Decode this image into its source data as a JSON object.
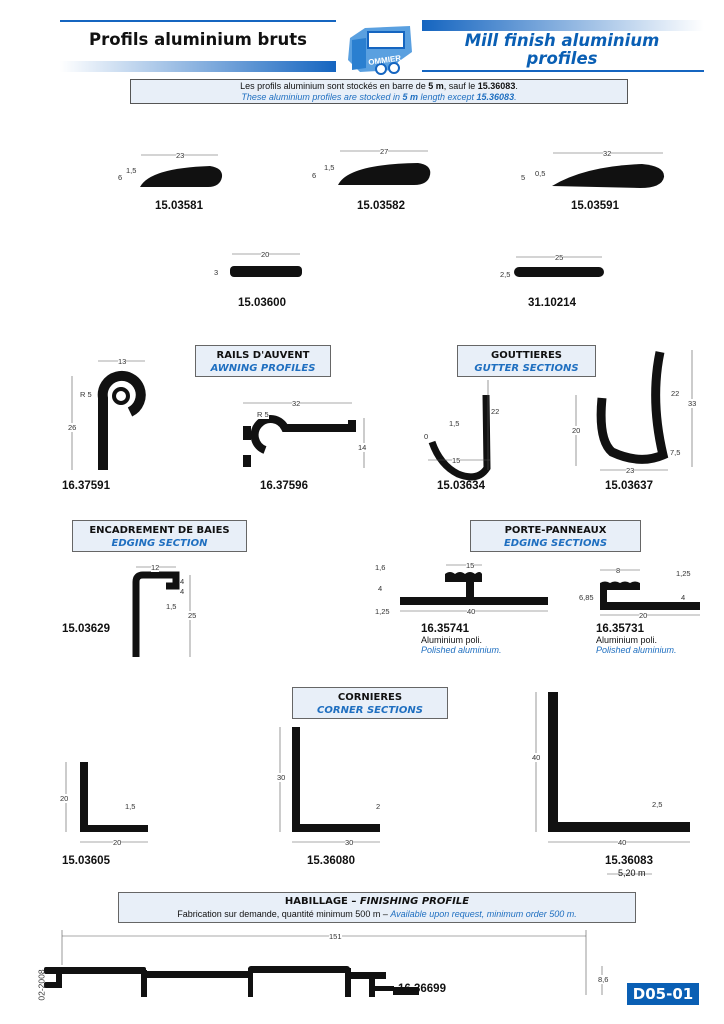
{
  "header": {
    "title_fr": "Profils aluminium bruts",
    "title_en_1": "Mill finish aluminium",
    "title_en_2": "profiles",
    "logo_text": "POMMIER"
  },
  "info": {
    "fr_pre": "Les profils aluminium sont stockés en barre de ",
    "fr_len": "5 m",
    "fr_mid": ", sauf le ",
    "fr_code": "15.36083",
    "fr_end": ".",
    "en_pre": "These aluminium profiles are stocked in ",
    "en_len": "5 m",
    "en_mid": " length except ",
    "en_code": "15.36083",
    "en_end": "."
  },
  "sections": {
    "rails": {
      "fr": "RAILS D'AUVENT",
      "en": "AWNING PROFILES"
    },
    "gutter": {
      "fr": "GOUTTIERES",
      "en": "GUTTER SECTIONS"
    },
    "edging": {
      "fr": "ENCADREMENT DE BAIES",
      "en": "EDGING SECTION"
    },
    "panel": {
      "fr": "PORTE-PANNEAUX",
      "en": "EDGING SECTIONS"
    },
    "corner": {
      "fr": "CORNIERES",
      "en": "CORNER SECTIONS"
    },
    "finishing": {
      "fr": "HABILLAGE – ",
      "en": "FINISHING PROFILE",
      "note_fr": "Fabrication sur demande, quantité minimum 500 m – ",
      "note_en": "Available upon request, minimum order 500 m."
    }
  },
  "products": {
    "p15_03581": {
      "code": "15.03581",
      "dims": [
        "23",
        "1,5",
        "6"
      ]
    },
    "p15_03582": {
      "code": "15.03582",
      "dims": [
        "27",
        "1,5",
        "6"
      ]
    },
    "p15_03591": {
      "code": "15.03591",
      "dims": [
        "32",
        "0,5",
        "5"
      ]
    },
    "p15_03600": {
      "code": "15.03600",
      "dims": [
        "20",
        "3"
      ]
    },
    "p31_10214": {
      "code": "31.10214",
      "dims": [
        "25",
        "2,5"
      ]
    },
    "p16_37591": {
      "code": "16.37591",
      "dims": [
        "13",
        "R 5",
        "26"
      ]
    },
    "p16_37596": {
      "code": "16.37596",
      "dims": [
        "32",
        "R 5",
        "14"
      ]
    },
    "p15_03634": {
      "code": "15.03634",
      "dims": [
        "1,5",
        "22",
        "0",
        "15"
      ]
    },
    "p15_03637": {
      "code": "15.03637",
      "dims": [
        "22",
        "33",
        "20",
        "7,5",
        "23"
      ]
    },
    "p15_03629": {
      "code": "15.03629",
      "dims": [
        "12",
        "4",
        "4",
        "1,5",
        "25"
      ]
    },
    "p16_35741": {
      "code": "16.35741",
      "finish_fr": "Aluminium poli.",
      "finish_en": "Polished aluminium.",
      "dims": [
        "1,6",
        "15",
        "4",
        "1,25",
        "40"
      ]
    },
    "p16_35731": {
      "code": "16.35731",
      "finish_fr": "Aluminium poli.",
      "finish_en": "Polished aluminium.",
      "dims": [
        "8",
        "1,25",
        "6,85",
        "4",
        "20"
      ]
    },
    "p15_03605": {
      "code": "15.03605",
      "dims": [
        "20",
        "1,5",
        "20"
      ]
    },
    "p15_36080": {
      "code": "15.36080",
      "dims": [
        "30",
        "2",
        "30"
      ]
    },
    "p15_36083": {
      "code": "15.36083",
      "length": "5,20 m",
      "dims": [
        "40",
        "2,5",
        "40"
      ]
    },
    "p16_36699": {
      "code": "16.36699",
      "dims": [
        "151",
        "8,6"
      ]
    }
  },
  "footer": {
    "date": "02-2008",
    "page": "D05-01"
  },
  "colors": {
    "accent": "#1f6fc0",
    "box_bg": "#e8eff8",
    "page_badge": "#0a5fb4"
  }
}
